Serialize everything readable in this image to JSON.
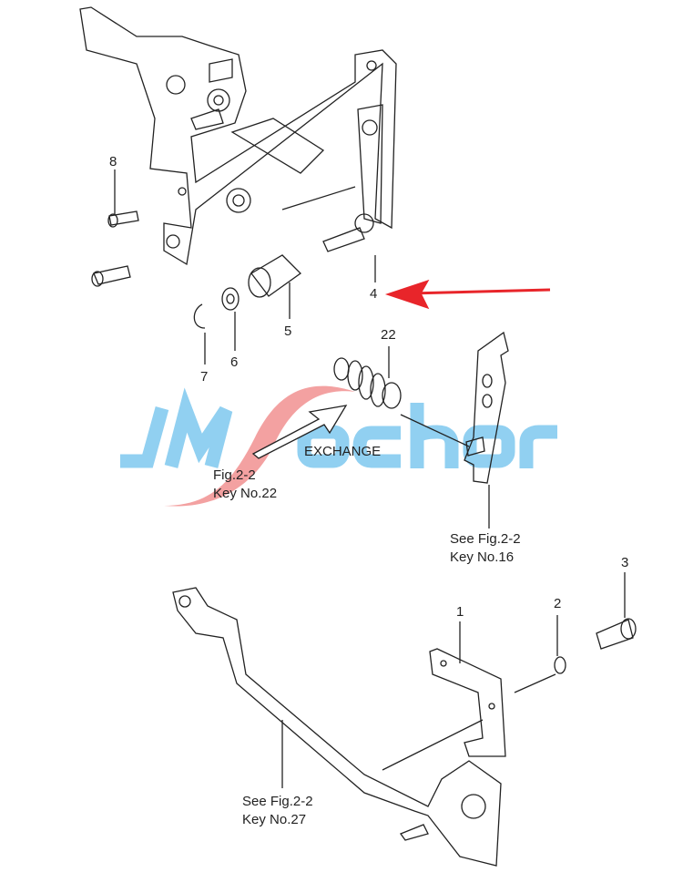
{
  "watermark": {
    "text": "JMSachar",
    "prefix": "JM",
    "suffix": "achar",
    "color_blue": "#7ec8ef",
    "color_red": "#f08a8a"
  },
  "callouts": {
    "k8": "8",
    "k4": "4",
    "k5": "5",
    "k6": "6",
    "k7": "7",
    "k22": "22",
    "k3": "3",
    "k2": "2",
    "k1": "1"
  },
  "notes": {
    "exchange": "EXCHANGE",
    "fig22_line1": "Fig.2-2",
    "fig22_line2": "Key No.22",
    "see16_line1": "See Fig.2-2",
    "see16_line2": "Key No.16",
    "see27_line1": "See Fig.2-2",
    "see27_line2": "Key No.27"
  },
  "highlight": {
    "arrow_color": "#e8252a",
    "target_key": "4"
  }
}
